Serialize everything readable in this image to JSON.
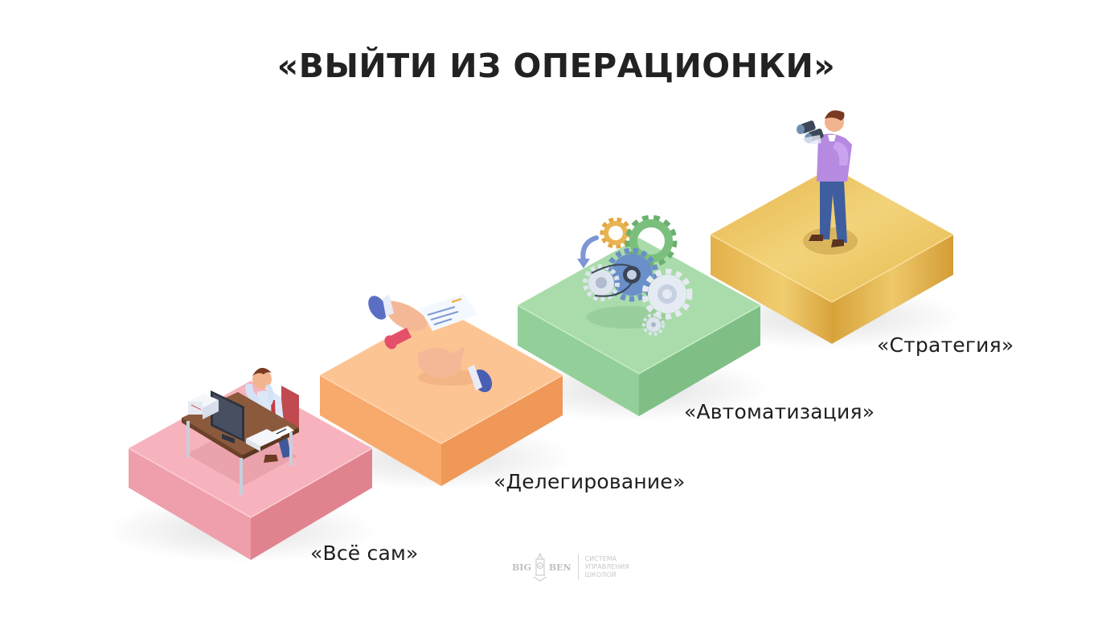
{
  "slide": {
    "title": "«ВЫЙТИ ИЗ ОПЕРАЦИОНКИ»"
  },
  "steps": [
    {
      "label": "«Всё сам»",
      "color": "#f4a7b2",
      "illustration": "overwhelmed-worker-at-desk"
    },
    {
      "label": "«Делегирование»",
      "color": "#fcbc88",
      "illustration": "handing-over-document"
    },
    {
      "label": "«Автоматизация»",
      "color": "#a9dcaa",
      "illustration": "gears-mechanism"
    },
    {
      "label": "«Стратегия»",
      "color": "#e6bb52",
      "illustration": "man-with-binoculars"
    }
  ],
  "logo": {
    "brand_left": "BIG",
    "brand_right": "BEN",
    "caption_lines": [
      "Система",
      "управления",
      "школой"
    ]
  }
}
